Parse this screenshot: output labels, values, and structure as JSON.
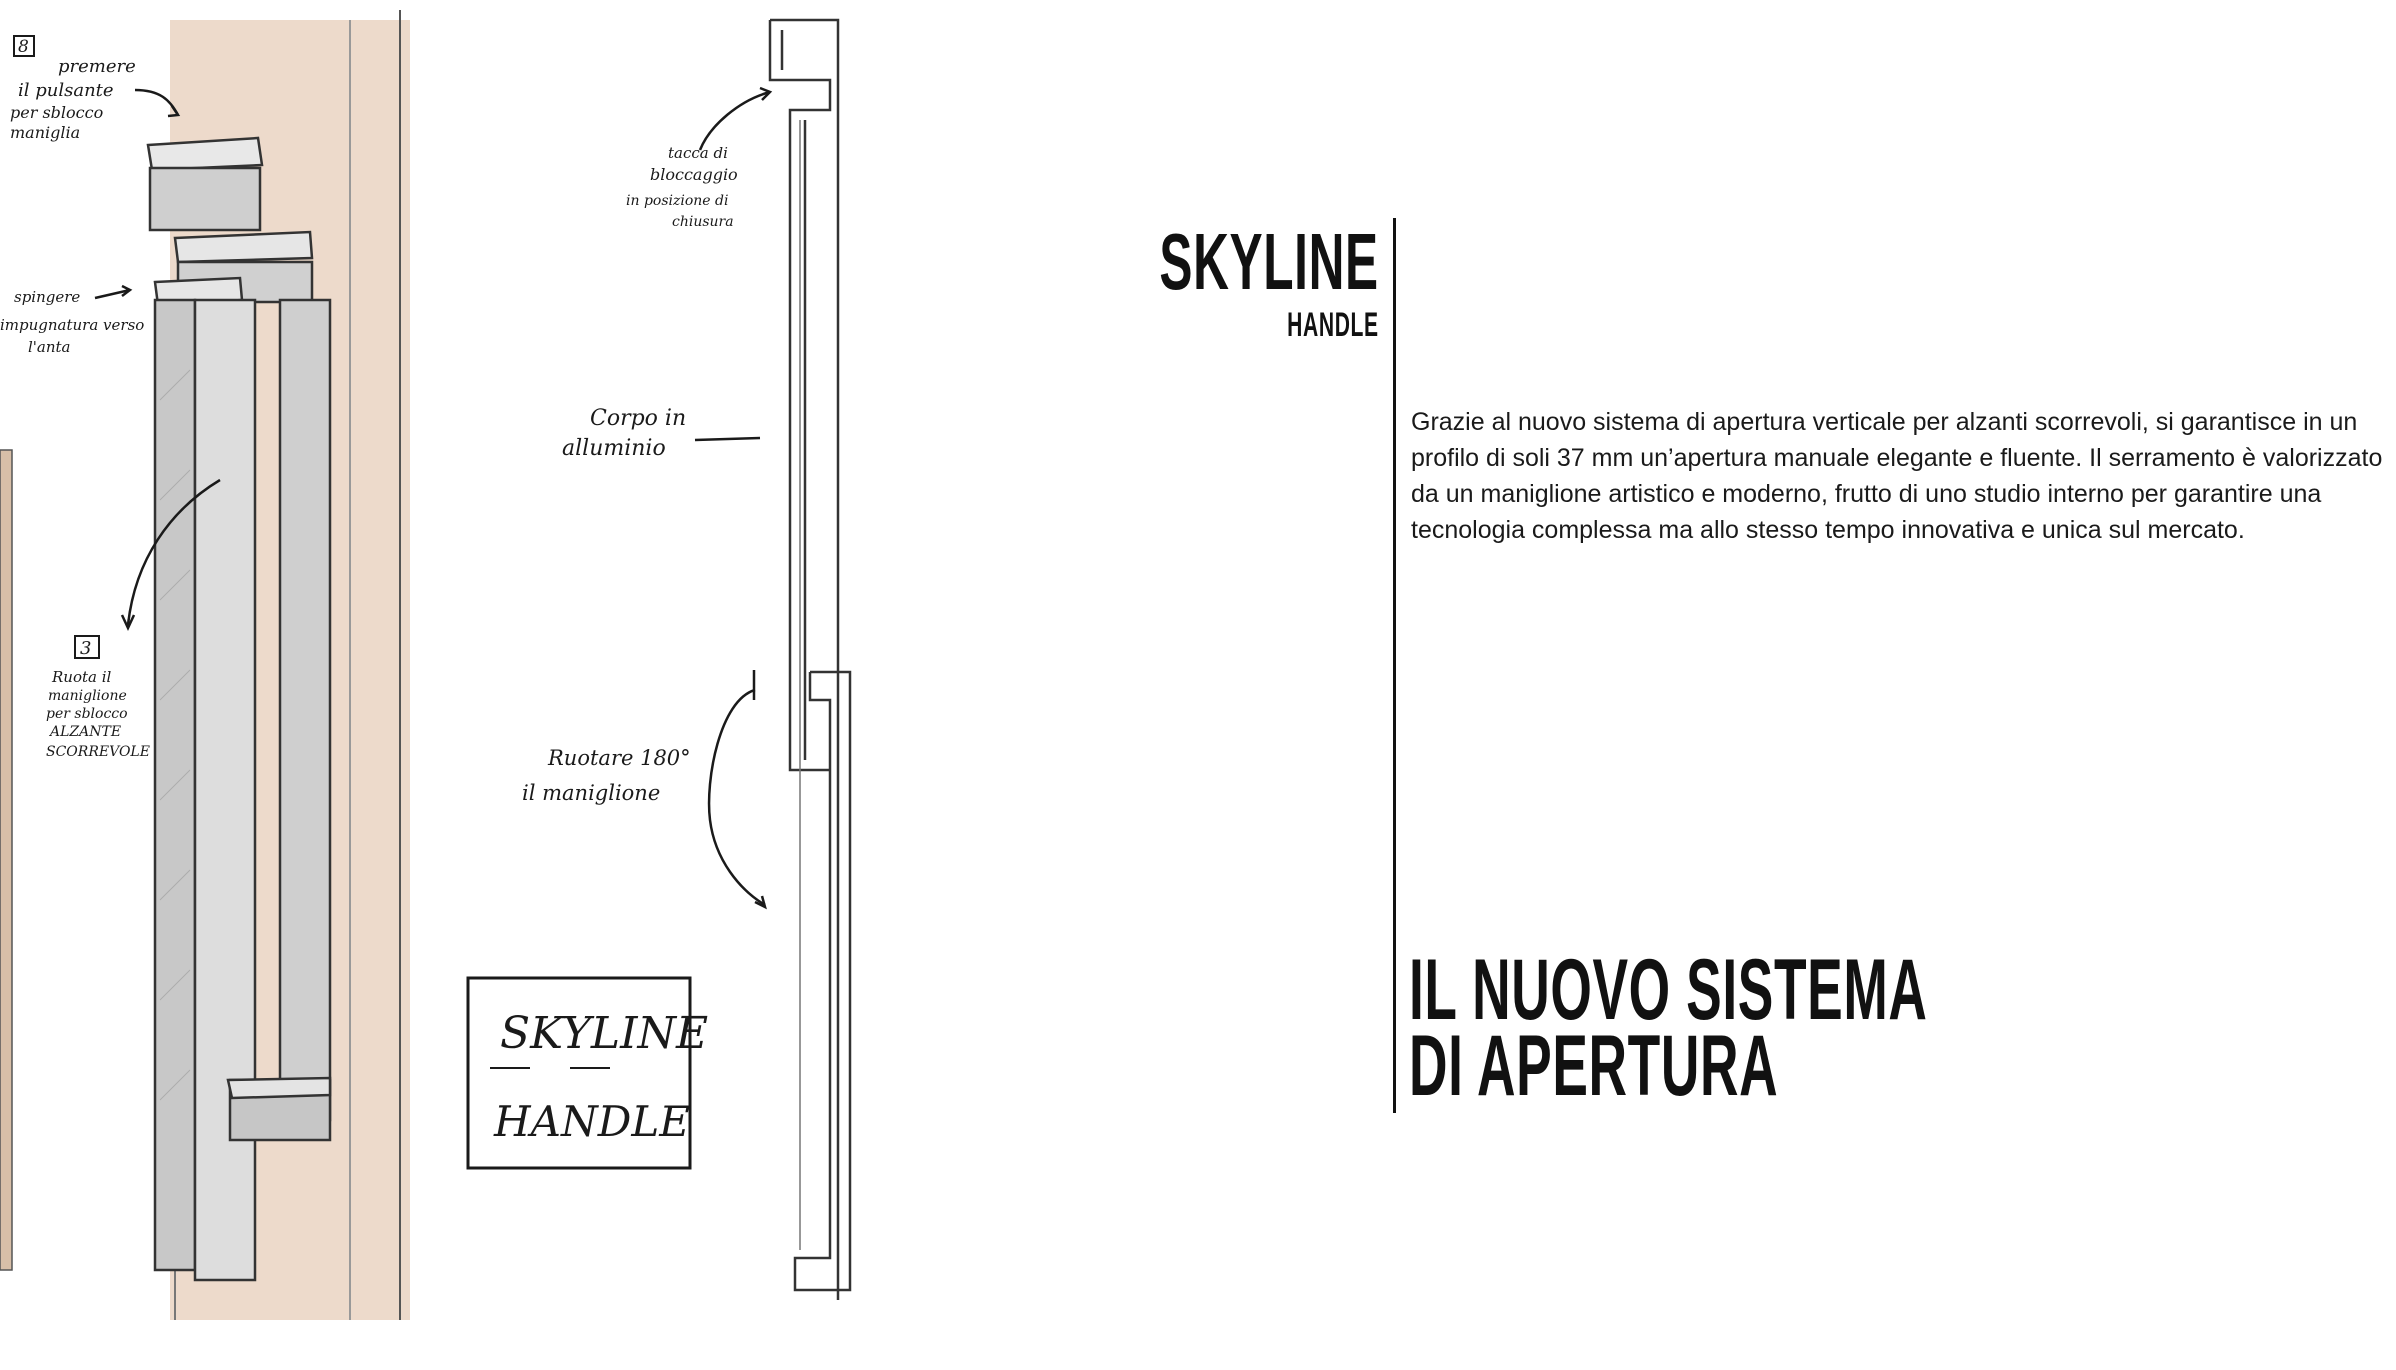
{
  "brand": {
    "title": "SKYLINE",
    "subtitle": "HANDLE"
  },
  "description": {
    "lines": [
      "Grazie al nuovo sistema di apertura verticale per alzanti scorrevoli, si garantisce in un",
      "profilo di soli 37 mm un’apertura manuale elegante e fluente. Il serramento è valorizzato",
      "da un maniglione artistico e moderno, frutto di uno studio interno per garantire una",
      "tecnologia complessa ma allo stesso tempo innovativa e unica sul mercato."
    ]
  },
  "headline": {
    "line1": "IL NUOVO SISTEMA",
    "line2": "DI APERTURA"
  },
  "sketch_notes": {
    "step_a_number": "8",
    "step_a": [
      "premere",
      "il pulsante",
      "per sblocco",
      "maniglia"
    ],
    "push_note": [
      "spingere",
      "impugnatura verso",
      "l'anta"
    ],
    "step_b_number": "3",
    "step_b": [
      "Ruota il",
      "maniglione",
      "per sblocco",
      "ALZANTE",
      "SCORREVOLE"
    ],
    "lock_note": [
      "tacca di",
      "bloccaggio",
      "in posizione di",
      "chiusura"
    ],
    "body_note": [
      "Corpo in",
      "alluminio"
    ],
    "rotate_note": [
      "Ruotare 180°",
      "il maniglione"
    ],
    "logo_lines": [
      "SKYLINE",
      "HANDLE"
    ]
  },
  "colors": {
    "wood": "#ead3c2",
    "ink": "#1a1a1a",
    "accent_line": "#111111"
  }
}
